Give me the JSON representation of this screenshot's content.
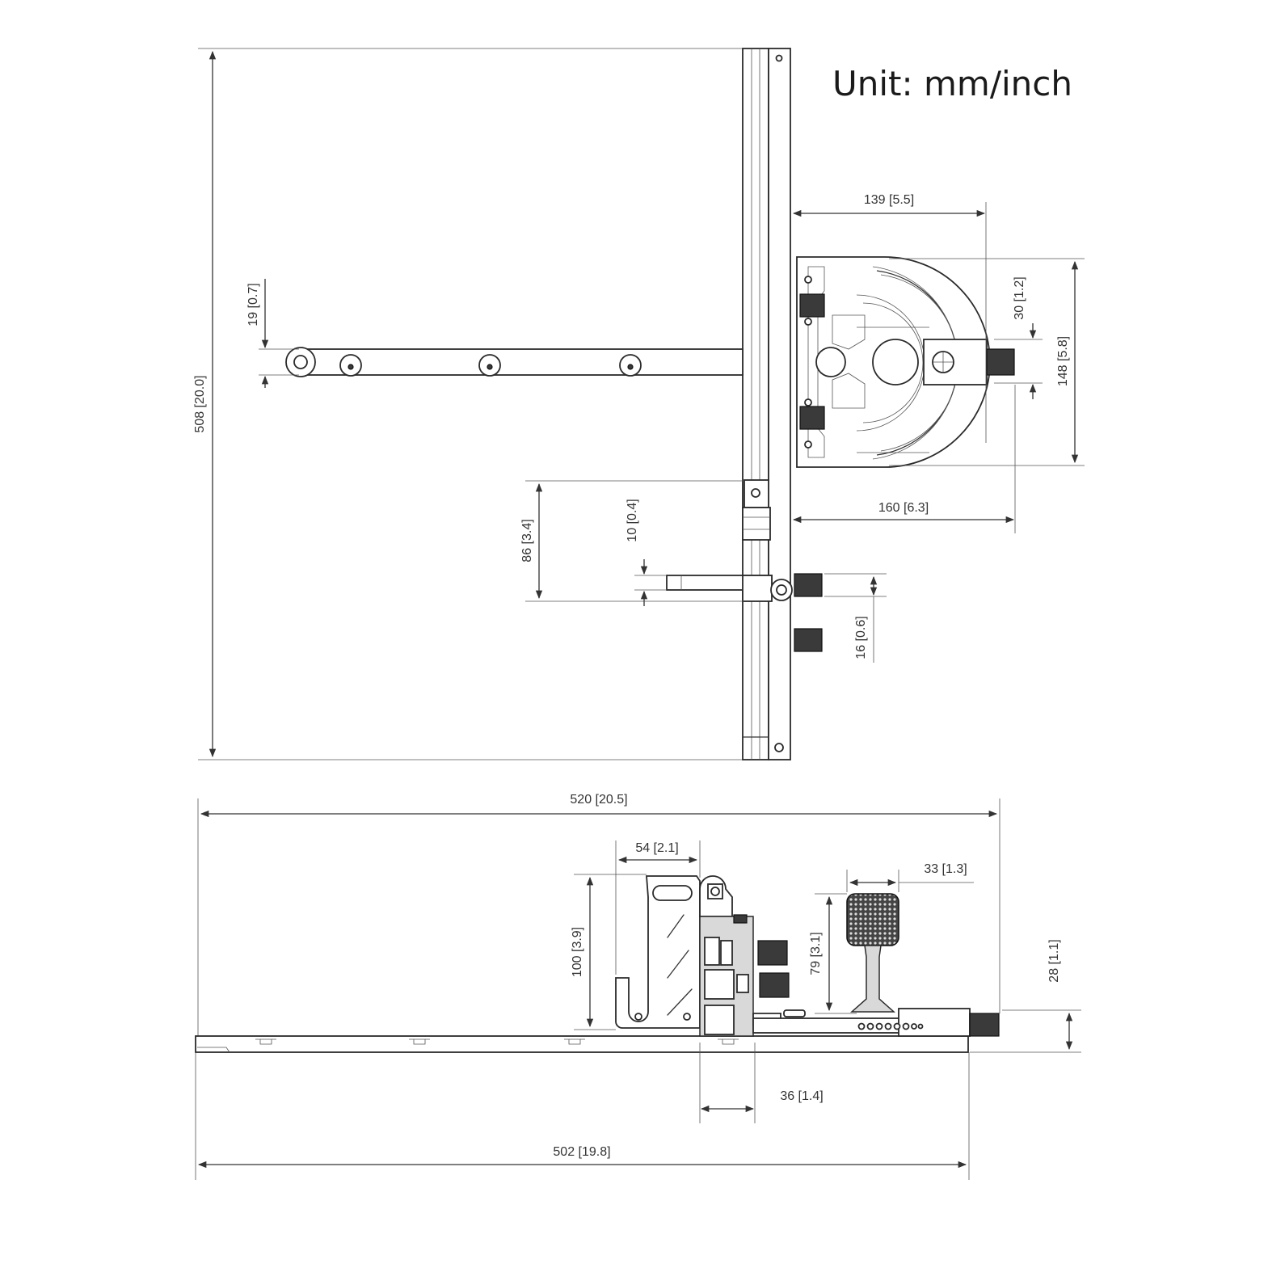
{
  "title": "Unit: mm/inch",
  "dimensions": {
    "overall_height": "508 [20.0]",
    "fence_width": "19 [0.7]",
    "head_depth": "139 [5.5]",
    "slot_offset": "30 [1.2]",
    "head_height": "148 [5.8]",
    "head_total_depth": "160 [6.3]",
    "stop_offset": "86 [3.4]",
    "stop_thickness": "10 [0.4]",
    "knob_spacing": "16 [0.6]",
    "overall_length": "520 [20.5]",
    "stop_width": "54 [2.1]",
    "knob_width": "33 [1.3]",
    "stop_height": "100 [3.9]",
    "knob_height": "79 [3.1]",
    "bar_height": "28 [1.1]",
    "bar_offset": "36 [1.4]",
    "bar_length": "502 [19.8]"
  },
  "colors": {
    "line": "#333333",
    "fill": "#d9d9d9",
    "dark": "#3a3a3a"
  }
}
